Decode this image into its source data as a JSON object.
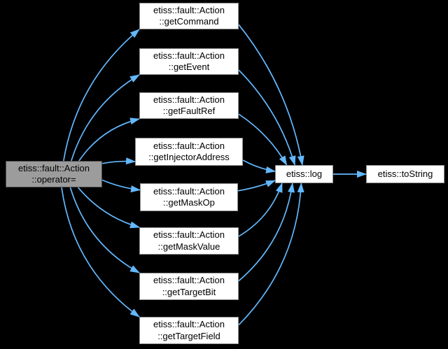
{
  "diagram": {
    "type": "call-graph",
    "nodes": {
      "operator_eq": {
        "label": "etiss::fault::Action\n::operator=",
        "highlighted": true
      },
      "getCommand": {
        "label": "etiss::fault::Action\n::getCommand",
        "highlighted": false
      },
      "getEvent": {
        "label": "etiss::fault::Action\n::getEvent",
        "highlighted": false
      },
      "getFaultRef": {
        "label": "etiss::fault::Action\n::getFaultRef",
        "highlighted": false
      },
      "getInjectorAddress": {
        "label": "etiss::fault::Action\n::getInjectorAddress",
        "highlighted": false
      },
      "getMaskOp": {
        "label": "etiss::fault::Action\n::getMaskOp",
        "highlighted": false
      },
      "getMaskValue": {
        "label": "etiss::fault::Action\n::getMaskValue",
        "highlighted": false
      },
      "getTargetBit": {
        "label": "etiss::fault::Action\n::getTargetBit",
        "highlighted": false
      },
      "getTargetField": {
        "label": "etiss::fault::Action\n::getTargetField",
        "highlighted": false
      },
      "log": {
        "label": "etiss::log",
        "highlighted": false
      },
      "toString": {
        "label": "etiss::toString",
        "highlighted": false
      }
    },
    "edges": [
      {
        "from": "operator_eq",
        "to": "getCommand",
        "fromSide": "top",
        "fromT": 0.6,
        "toSide": "left",
        "toT": 1.0,
        "bow": 40
      },
      {
        "from": "operator_eq",
        "to": "getEvent",
        "fromSide": "top",
        "fromT": 0.68,
        "toSide": "left",
        "toT": 1.0,
        "bow": 30
      },
      {
        "from": "operator_eq",
        "to": "getFaultRef",
        "fromSide": "top",
        "fromT": 0.76,
        "toSide": "left",
        "toT": 1.0,
        "bow": 20
      },
      {
        "from": "operator_eq",
        "to": "getInjectorAddress",
        "fromSide": "right",
        "fromT": 0.1,
        "toSide": "left",
        "toT": 0.85,
        "bow": 3
      },
      {
        "from": "operator_eq",
        "to": "getMaskOp",
        "fromSide": "right",
        "fromT": 0.72,
        "toSide": "left",
        "toT": 0.24,
        "bow": -4
      },
      {
        "from": "operator_eq",
        "to": "getMaskValue",
        "fromSide": "bottom",
        "fromT": 0.75,
        "toSide": "left",
        "toT": 0.0,
        "bow": -16
      },
      {
        "from": "operator_eq",
        "to": "getTargetBit",
        "fromSide": "bottom",
        "fromT": 0.67,
        "toSide": "left",
        "toT": 0.0,
        "bow": -32
      },
      {
        "from": "operator_eq",
        "to": "getTargetField",
        "fromSide": "bottom",
        "fromT": 0.58,
        "toSide": "left",
        "toT": 0.0,
        "bow": -46
      },
      {
        "from": "getCommand",
        "to": "log",
        "fromSide": "right",
        "fromT": 0.82,
        "toSide": "top",
        "toT": 0.47,
        "bow": 28
      },
      {
        "from": "getEvent",
        "to": "log",
        "fromSide": "right",
        "fromT": 0.82,
        "toSide": "top",
        "toT": 0.34,
        "bow": 20
      },
      {
        "from": "getFaultRef",
        "to": "log",
        "fromSide": "right",
        "fromT": 0.82,
        "toSide": "top",
        "toT": 0.2,
        "bow": 12
      },
      {
        "from": "getInjectorAddress",
        "to": "log",
        "fromSide": "right",
        "fromT": 0.8,
        "toSide": "left",
        "toT": 0.35,
        "bow": -4
      },
      {
        "from": "getMaskOp",
        "to": "log",
        "fromSide": "right",
        "fromT": 0.27,
        "toSide": "left",
        "toT": 0.85,
        "bow": -3
      },
      {
        "from": "getMaskValue",
        "to": "log",
        "fromSide": "right",
        "fromT": 0.33,
        "toSide": "bottom",
        "toT": 0.12,
        "bow": -18
      },
      {
        "from": "getTargetBit",
        "to": "log",
        "fromSide": "right",
        "fromT": 0.3,
        "toSide": "bottom",
        "toT": 0.3,
        "bow": -30
      },
      {
        "from": "getTargetField",
        "to": "log",
        "fromSide": "right",
        "fromT": 0.3,
        "toSide": "bottom",
        "toT": 0.45,
        "bow": -42
      },
      {
        "from": "log",
        "to": "toString",
        "fromSide": "right",
        "fromT": 0.5,
        "toSide": "left",
        "toT": 0.5,
        "bow": 0
      }
    ]
  },
  "theme": {
    "background": "#000000",
    "edge_color": "#63b8ff",
    "node_fill": "#ffffff",
    "node_border": "#909090",
    "node_text": "#000000",
    "focus_fill": "#9c9c9c",
    "focus_border": "#4a4a4a"
  }
}
